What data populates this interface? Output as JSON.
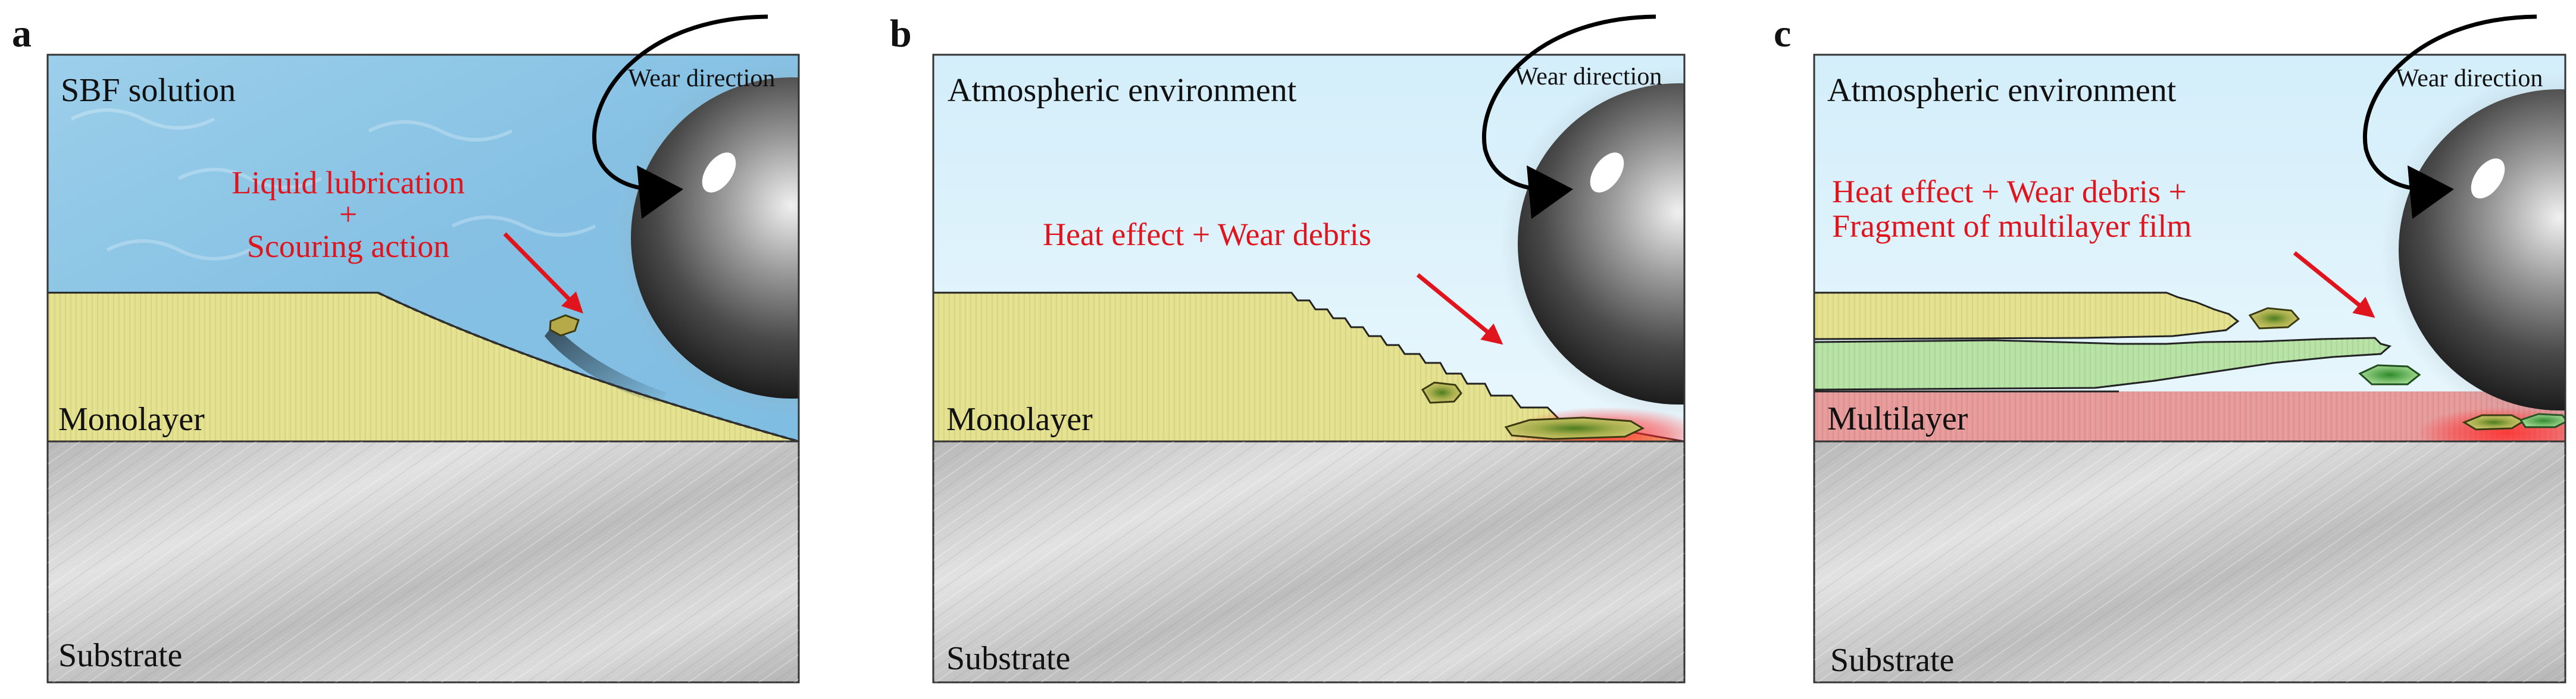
{
  "panels": [
    {
      "letter": "a",
      "environment": "SBF solution",
      "wear_direction": "Wear direction",
      "mechanism_lines": [
        "Liquid lubrication",
        "+",
        "Scouring action"
      ],
      "layer_label": "Monolayer",
      "substrate_label": "Substrate"
    },
    {
      "letter": "b",
      "environment": "Atmospheric environment",
      "wear_direction": "Wear direction",
      "mechanism_lines": [
        "Heat effect + Wear debris"
      ],
      "layer_label": "Monolayer",
      "substrate_label": "Substrate"
    },
    {
      "letter": "c",
      "environment": "Atmospheric environment",
      "wear_direction": "Wear direction",
      "mechanism_lines": [
        "Heat effect + Wear debris +",
        "Fragment of multilayer film"
      ],
      "layer_label": "Multilayer",
      "substrate_label": "Substrate"
    }
  ],
  "colors": {
    "sbf_solution": "#8ec6e6",
    "atmosphere": "#d9f1fb",
    "monolayer": "#e4e18e",
    "multilayer_green": "#b6e2a4",
    "multilayer_red": "#e79a9a",
    "substrate": "#c9c9c9",
    "annotation_red": "#e0141c",
    "heat_glow": "#ff2a2a"
  }
}
